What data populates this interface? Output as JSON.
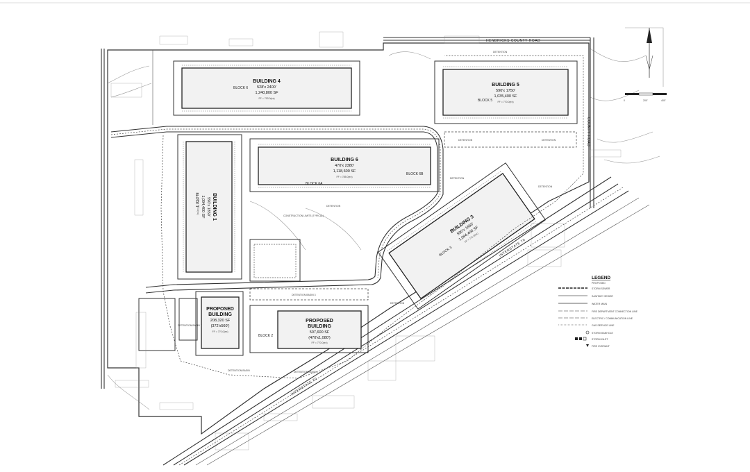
{
  "buildings": [
    {
      "name": "BUILDING 4",
      "dims": "528'x 2400'",
      "area": "1,240,800 SF",
      "block": "BLOCK 6",
      "ff": "FF = 793.0(ex)"
    },
    {
      "name": "BUILDING 5",
      "dims": "590'x 1750'",
      "area": "1,035,400 SF",
      "block": "BLOCK 5",
      "ff": "FF = 770.0(ex)"
    },
    {
      "name": "BUILDING 6",
      "dims": "470'x 2380'",
      "area": "1,118,600 SF",
      "block_a": "BLOCK 6A",
      "block_b": "BLOCK 6B",
      "ff": "FF = 785.0(ex)"
    },
    {
      "name": "BUILDING 1",
      "dims": "590'x 1850'",
      "area": "1,094,400 SF",
      "block": "BLOCK 1",
      "ff": "FF = 775.0(ex)"
    },
    {
      "name": "BUILDING 3",
      "dims": "590'x 1850'",
      "area": "1,094,400 SF",
      "block": "BLOCK 3",
      "ff": "FF = 775.0(ex)"
    },
    {
      "name": "PROPOSED BUILDING",
      "area": "208,320 SF",
      "dims": "(372'x560')",
      "ff": "FF = 770.0(ex)"
    },
    {
      "name": "PROPOSED BUILDING",
      "area": "507,600 SF",
      "dims": "(470'x1,080')",
      "block": "BLOCK 2",
      "ff": "FF = 770.0(ex)"
    }
  ],
  "roads": {
    "hendricks": "HENDRICKS COUNTY ROAD",
    "interstate_a": "INTERSTATE 70",
    "interstate_b": "INTERSTATE 70",
    "county": "COUNTY ROAD"
  },
  "labels": {
    "construction": "CONSTRUCTION LIMITS (TYPICAL)",
    "detention_basin_3": "DETENTION BASIN 3",
    "detention_basin_4": "DETENTION BASIN 4",
    "detention": "DETENTION",
    "detention_basin_1": "DETENTION BASIN 1",
    "detention_basin_2": "DETENTION BASIN"
  },
  "legend": {
    "title": "LEGEND",
    "subtitle": "PROPOSED",
    "items": [
      "STORM SEWER",
      "SANITARY SEWER",
      "WATER MAIN",
      "FIRE DEPARTMENT CONNECTION LINE",
      "ELECTRIC / COMMUNICATION LINE",
      "GAS SERVICE LINE",
      "STORM MANHOLE",
      "STORM INLET",
      "FIRE HYDRANT"
    ]
  },
  "scale": {
    "zero": "0",
    "mid": "200'",
    "end": "400'"
  }
}
